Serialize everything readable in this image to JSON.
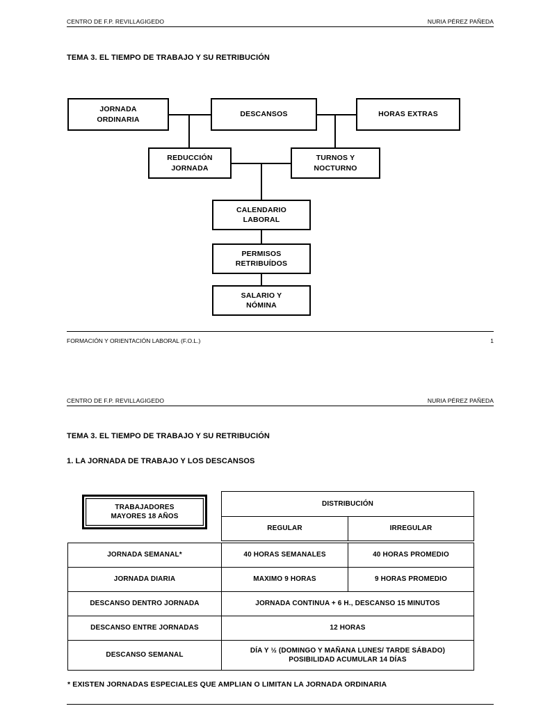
{
  "page1": {
    "header": {
      "left": "CENTRO DE F.P. REVILLAGIGEDO",
      "right": "NURIA PÉREZ PAÑEDA"
    },
    "title": "TEMA 3. EL TIEMPO DE TRABAJO Y SU RETRIBUCIÓN",
    "footer": {
      "left": "FORMACIÓN Y ORIENTACIÓN LABORAL (F.O.L.)",
      "page_number": "1"
    },
    "flowchart": {
      "nodes": [
        {
          "id": "jornada-ordinaria",
          "label": "JORNADA\nORDINARIA"
        },
        {
          "id": "descansos",
          "label": "DESCANSOS"
        },
        {
          "id": "horas-extras",
          "label": "HORAS EXTRAS"
        },
        {
          "id": "reduccion-jornada",
          "label": "REDUCCIÓN\nJORNADA"
        },
        {
          "id": "turnos-nocturno",
          "label": "TURNOS Y\nNOCTURNO"
        },
        {
          "id": "calendario-laboral",
          "label": "CALENDARIO\nLABORAL"
        },
        {
          "id": "permisos-retribuidos",
          "label": "PERMISOS\nRETRIBUÍDOS"
        },
        {
          "id": "salario-nomina",
          "label": "SALARIO Y\nNÓMINA"
        }
      ]
    }
  },
  "page2": {
    "header": {
      "left": "CENTRO DE F.P. REVILLAGIGEDO",
      "right": "NURIA PÉREZ PAÑEDA"
    },
    "title": "TEMA 3. EL TIEMPO DE TRABAJO Y SU RETRIBUCIÓN",
    "section": "1.  LA JORNADA DE TRABAJO Y LOS DESCANSOS",
    "table": {
      "corner_label": "TRABAJADORES\nMAYORES 18 AÑOS",
      "group_header": "DISTRIBUCIÓN",
      "col_headers": [
        "REGULAR",
        "IRREGULAR"
      ],
      "rows": [
        {
          "label": "JORNADA SEMANAL*",
          "regular": "40 HORAS SEMANALES",
          "irregular": "40 HORAS PROMEDIO",
          "merged": false
        },
        {
          "label": "JORNADA DIARIA",
          "regular": "MAXIMO 9 HORAS",
          "irregular": "9 HORAS PROMEDIO",
          "merged": false
        },
        {
          "label": "DESCANSO DENTRO JORNADA",
          "value": "JORNADA CONTINUA + 6 H., DESCANSO 15 MINUTOS",
          "merged": true
        },
        {
          "label": "DESCANSO ENTRE JORNADAS",
          "value": "12 HORAS",
          "merged": true
        },
        {
          "label": "DESCANSO SEMANAL",
          "value": "DÍA Y ½ (DOMINGO Y MAÑANA LUNES/ TARDE SÁBADO)\nPOSIBILIDAD ACUMULAR 14 DÍAS",
          "merged": true
        }
      ]
    },
    "note": "* EXISTEN JORNADAS ESPECIALES QUE AMPLIAN O LIMITAN LA JORNADA ORDINARIA"
  }
}
